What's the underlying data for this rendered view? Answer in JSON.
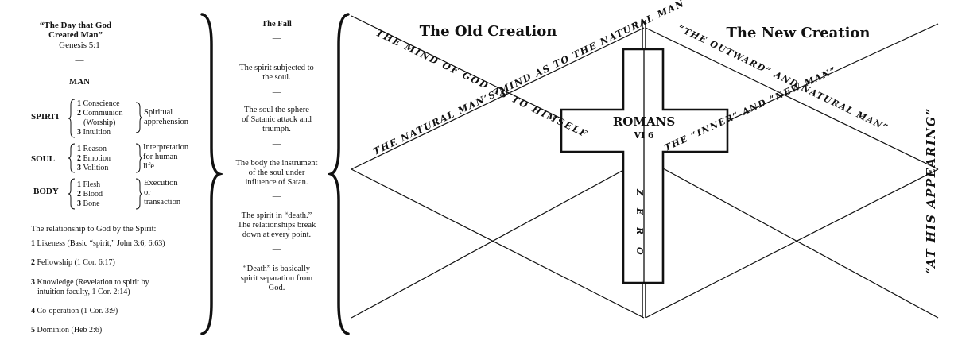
{
  "left": {
    "heading": {
      "title_line1": "“The Day that God",
      "title_line2": "Created Man”",
      "reference": "Genesis 5:1"
    },
    "dash": "—",
    "man_label": "MAN",
    "sections": [
      {
        "label": "SPIRIT",
        "items": [
          {
            "num": "1",
            "text": "Conscience"
          },
          {
            "num": "2",
            "text": "Communion"
          },
          {
            "num": "",
            "text": "(Worship)"
          },
          {
            "num": "3",
            "text": "Intuition"
          }
        ],
        "desc_lines": [
          "Spiritual",
          "apprehension"
        ]
      },
      {
        "label": "SOUL",
        "items": [
          {
            "num": "1",
            "text": "Reason"
          },
          {
            "num": "2",
            "text": "Emotion"
          },
          {
            "num": "3",
            "text": "Volition"
          }
        ],
        "desc_lines": [
          "Interpretation",
          "for human",
          "life"
        ]
      },
      {
        "label": "BODY",
        "items": [
          {
            "num": "1",
            "text": "Flesh"
          },
          {
            "num": "2",
            "text": "Blood"
          },
          {
            "num": "3",
            "text": "Bone"
          }
        ],
        "desc_lines": [
          "Execution",
          "or",
          "transaction"
        ]
      }
    ],
    "relationship": {
      "intro": "The relationship to God by the Spirit:",
      "items": [
        {
          "num": "1",
          "text": "Likeness (Basic “spirit,” John 3:6; 6:63)"
        },
        {
          "num": "2",
          "text": "Fellowship (1 Cor. 6:17)"
        },
        {
          "num": "3",
          "text": "Knowledge (Revelation to spirit by",
          "text2": "intuition faculty, 1 Cor. 2:14)"
        },
        {
          "num": "4",
          "text": "Co-operation (1 Cor. 3:9)"
        },
        {
          "num": "5",
          "text": "Dominion (Heb 2:6)"
        }
      ]
    }
  },
  "middle": {
    "title": "The Fall",
    "dash": "—",
    "paragraphs": [
      [
        "The spirit subjected to",
        "the soul."
      ],
      [
        "The soul the sphere",
        "of Satanic attack and",
        "triumph."
      ],
      [
        "The body the instrument",
        "of the soul under",
        "influence of Satan."
      ],
      [
        "The spirit in “death.”",
        "The relationships break",
        "down at every point."
      ],
      [
        "“Death” is basically",
        "spirit separation from",
        "God."
      ]
    ]
  },
  "diagram": {
    "old_creation": "The Old Creation",
    "new_creation": "The New Creation",
    "mind_of_god": "THE MIND OF GOD AS TO HIMSELF",
    "natural_man": "THE NATURAL MAN’S MIND AS TO THE NATURAL MAN",
    "outward_and_natural": "“THE OUTWARD” AND NATURAL MAN”",
    "inner_and_new": "THE “INNER” AND “NEW MAN”",
    "romans": "ROMANS",
    "vi6": "VI 6",
    "zero": "Z E R O",
    "at_his_appearing": "“AT HIS APPEARING”"
  }
}
